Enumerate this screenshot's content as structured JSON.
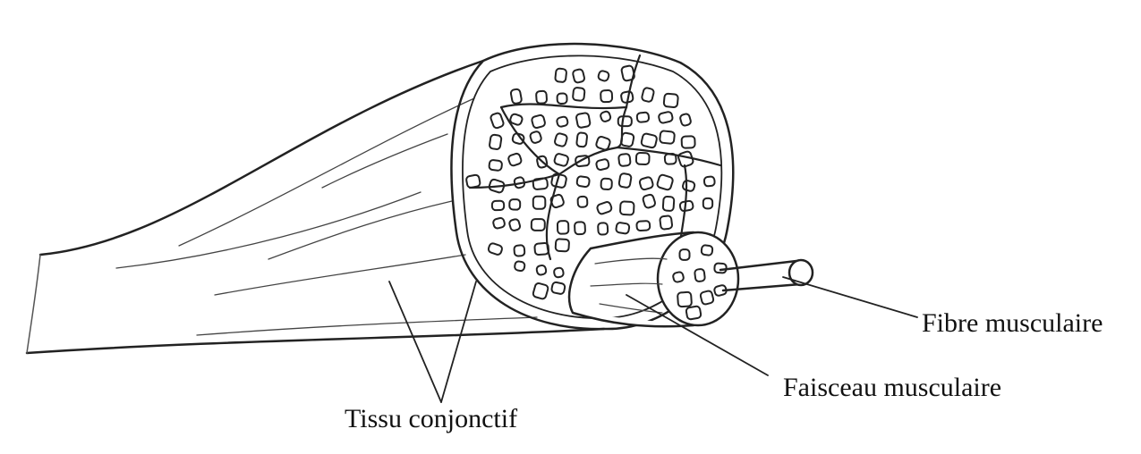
{
  "labels": {
    "fibre": "Fibre musculaire",
    "faisceau": "Faisceau musculaire",
    "tissu": "Tissu conjonctif"
  },
  "colors": {
    "ink": "#222222",
    "background": "#ffffff"
  }
}
